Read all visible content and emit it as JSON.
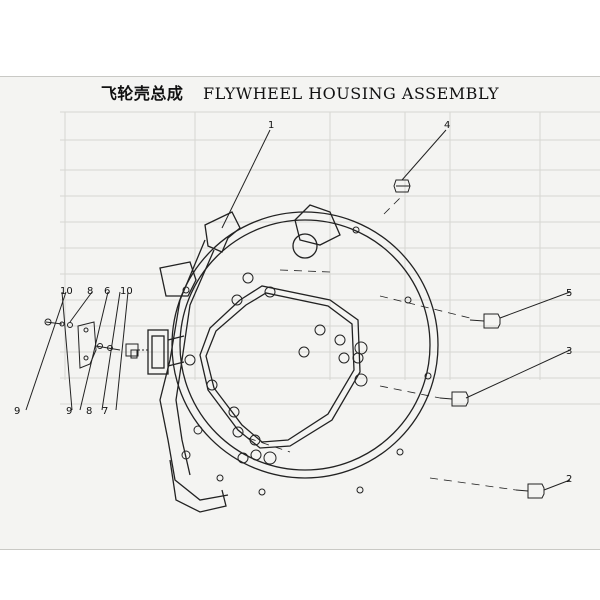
{
  "title": {
    "cn": "飞轮壳总成",
    "en": "FLYWHEEL HOUSING ASSEMBLY"
  },
  "callouts": {
    "c1": "1",
    "c2": "2",
    "c3": "3",
    "c4": "4",
    "c5": "5",
    "c6": "6",
    "c7": "7",
    "c8a": "8",
    "c8b": "8",
    "c9a": "9",
    "c9b": "9",
    "c10a": "10",
    "c10b": "10"
  },
  "colors": {
    "ink": "#222222",
    "paper": "#f4f4f2",
    "ghost": "#cfcfcb"
  }
}
